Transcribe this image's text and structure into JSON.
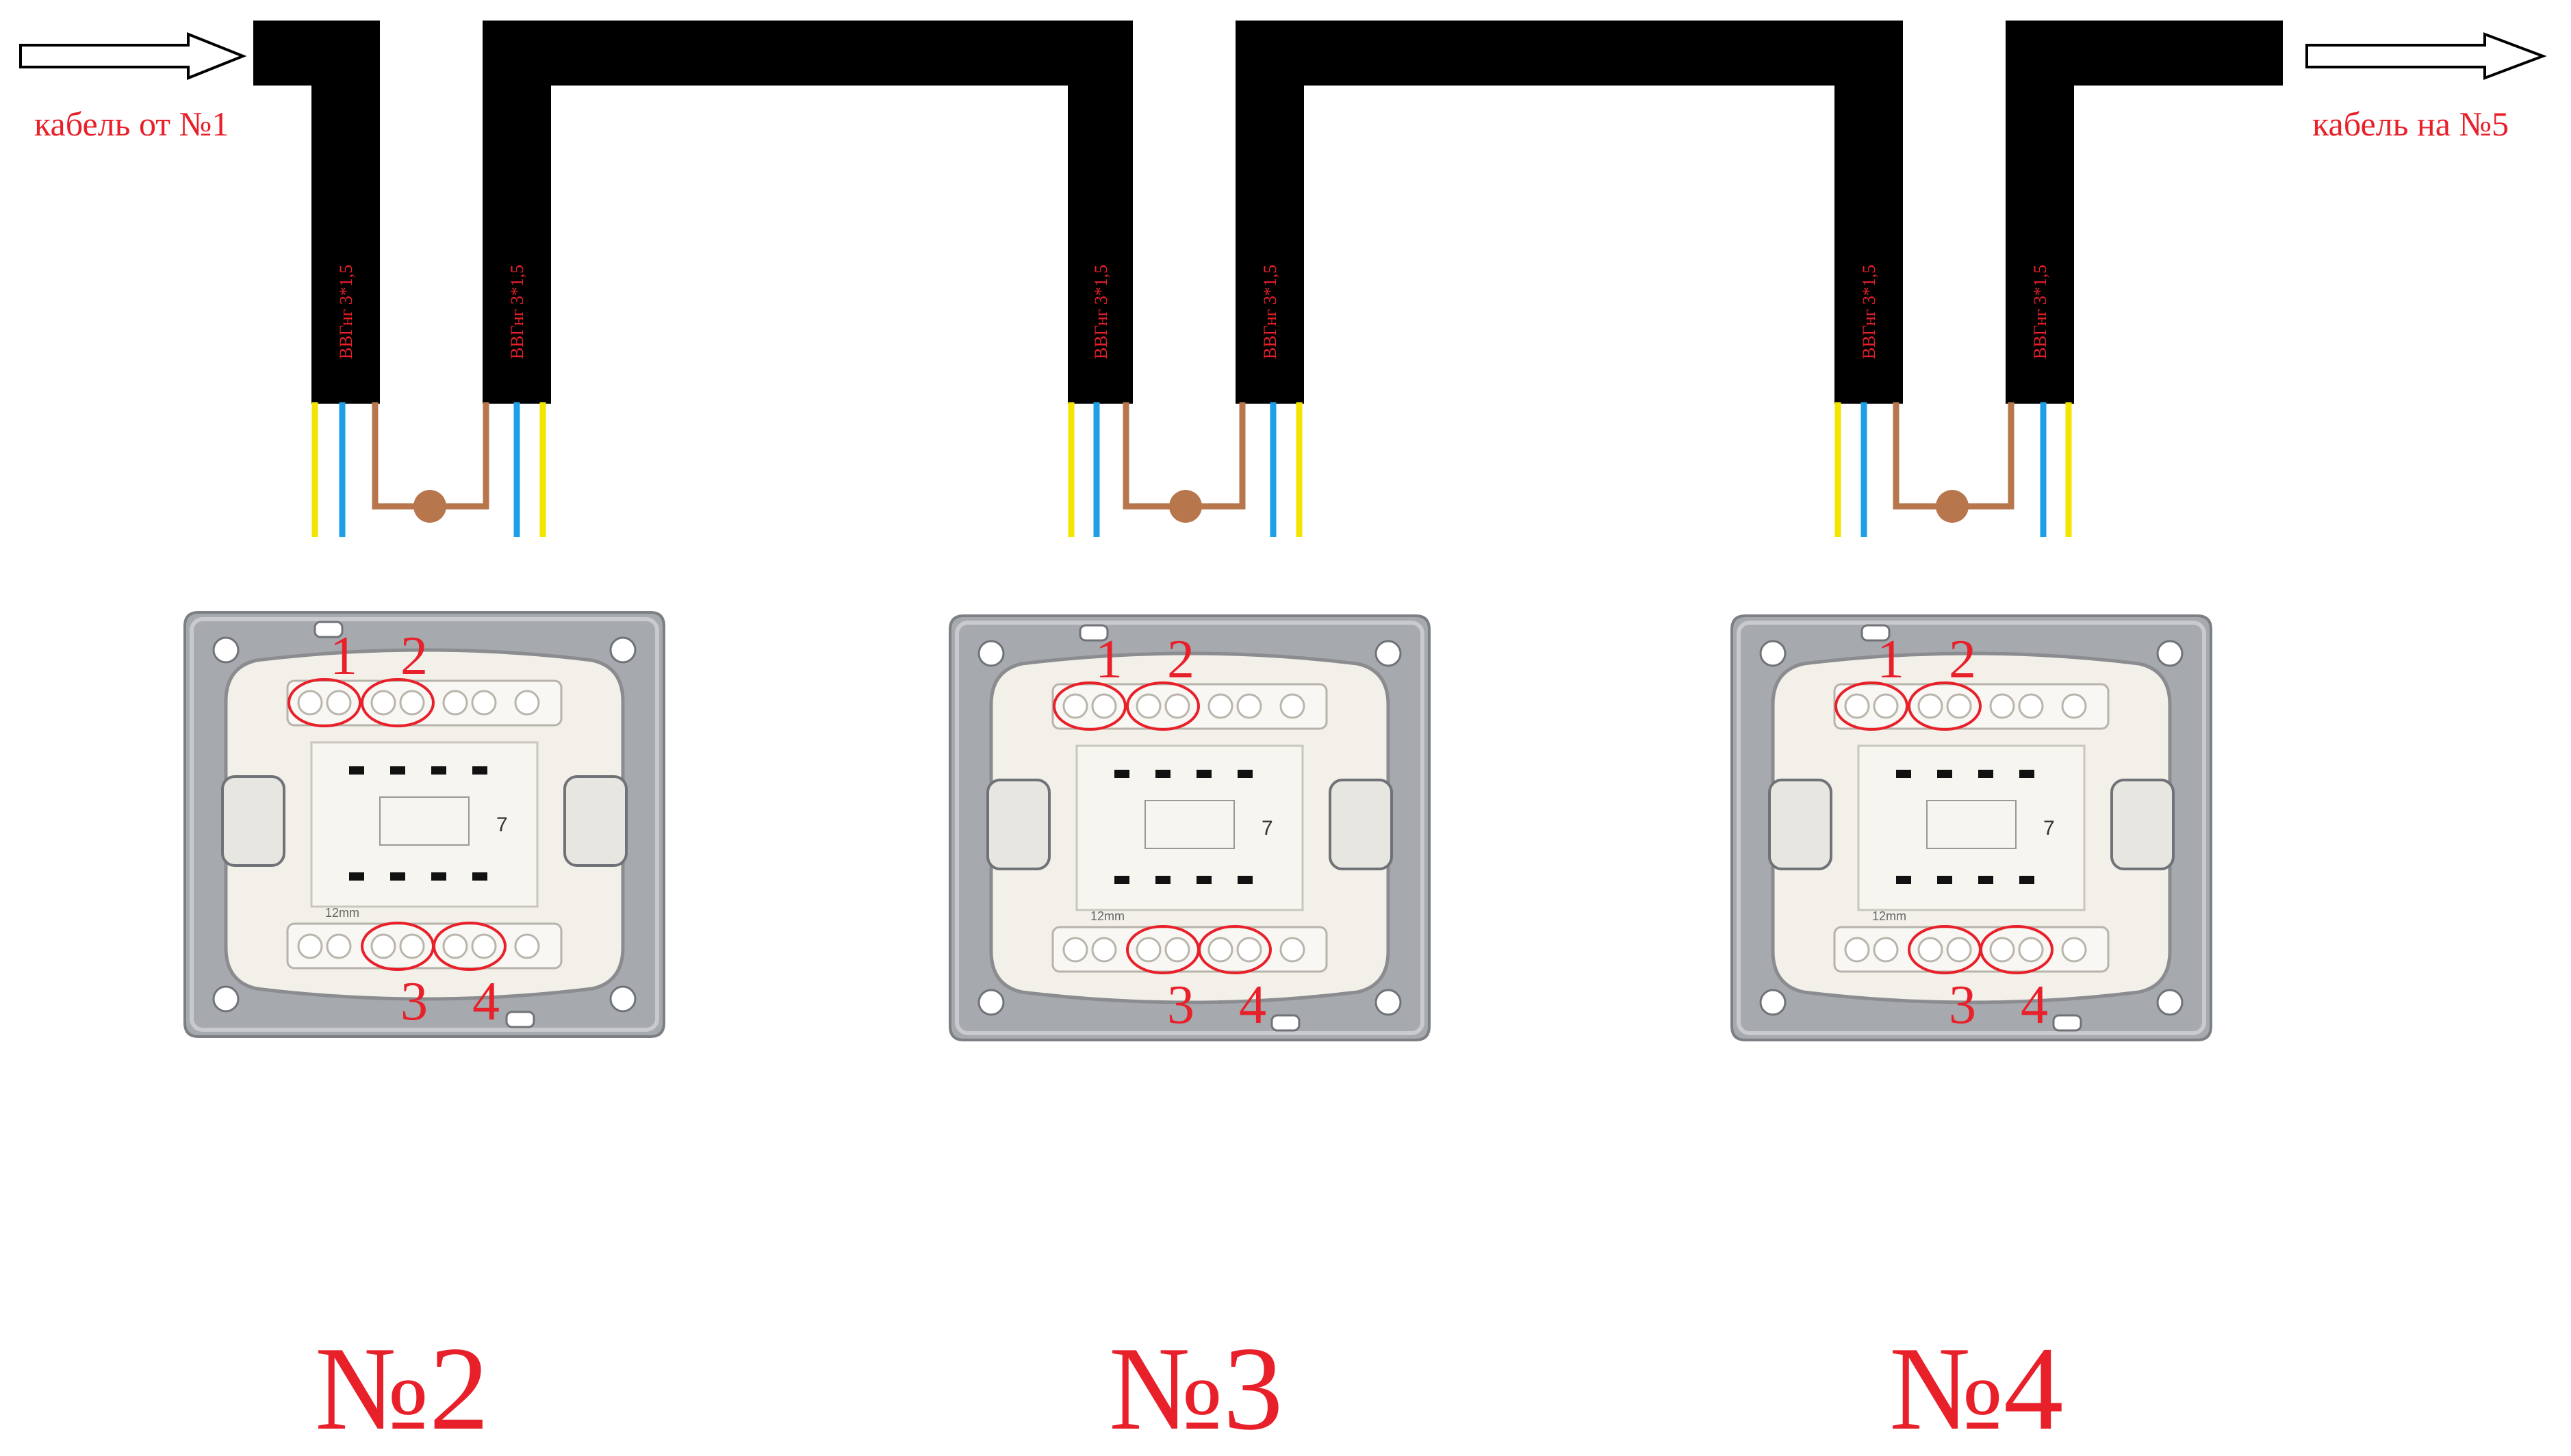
{
  "labels": {
    "cable_from": "кабель от №1",
    "cable_to": "кабель на №5"
  },
  "cable_marking": "ВВГнг 3*1,5",
  "switches": [
    {
      "title": "№2",
      "terminals": [
        "1",
        "2",
        "3",
        "4"
      ]
    },
    {
      "title": "№3",
      "terminals": [
        "1",
        "2",
        "3",
        "4"
      ]
    },
    {
      "title": "№4",
      "terminals": [
        "1",
        "2",
        "3",
        "4"
      ]
    }
  ],
  "plate_markings": {
    "strip": "12mm",
    "digit": "7"
  },
  "colors": {
    "cable": "#000000",
    "annotation": "#e8202a",
    "wire_yellow": "#f5e400",
    "wire_blue": "#1fa0e6",
    "wire_brown": "#b8764c",
    "plate": "#a6a9ad",
    "switch_body": "#f3f0ea"
  }
}
